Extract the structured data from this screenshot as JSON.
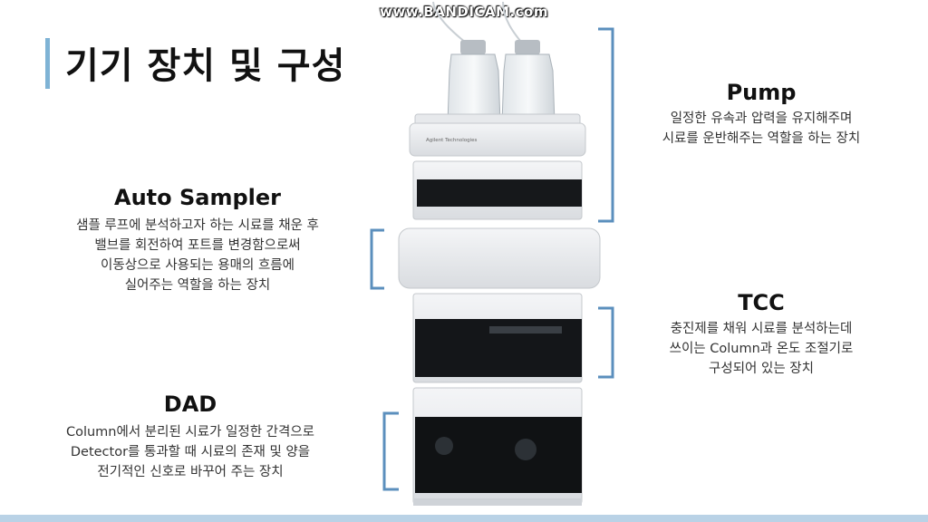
{
  "watermark": "www.BANDICAM.com",
  "slide": {
    "title": "기기 장치 및 구성"
  },
  "pump": {
    "title": "Pump",
    "lines": [
      "일정한 유속과 압력을 유지해주며",
      "시료를 운반해주는 역할을 하는 장치"
    ]
  },
  "autosampler": {
    "title": "Auto Sampler",
    "lines": [
      "샘플 루프에 분석하고자 하는 시료를 채운 후",
      "밸브를 회전하여 포트를 변경함으로써",
      "이동상으로 사용되는 용매의 흐름에",
      "실어주는 역할을 하는 장치"
    ]
  },
  "tcc": {
    "title": "TCC",
    "lines": [
      "충진제를 채워 시료를 분석하는데",
      "쓰이는 Column과 온도 조절기로",
      "구성되어 있는 장치"
    ]
  },
  "dad": {
    "title": "DAD",
    "lines": [
      "Column에서 분리된 시료가 일정한 간격으로",
      "Detector를 통과할 때 시료의 존재 및 양을",
      "전기적인 신호로 바꾸어 주는 장치"
    ]
  },
  "instrument": {
    "brand": "Agilent Technologies"
  },
  "colors": {
    "bracket": "#5b8fbd",
    "accent": "#7fb3d5"
  }
}
